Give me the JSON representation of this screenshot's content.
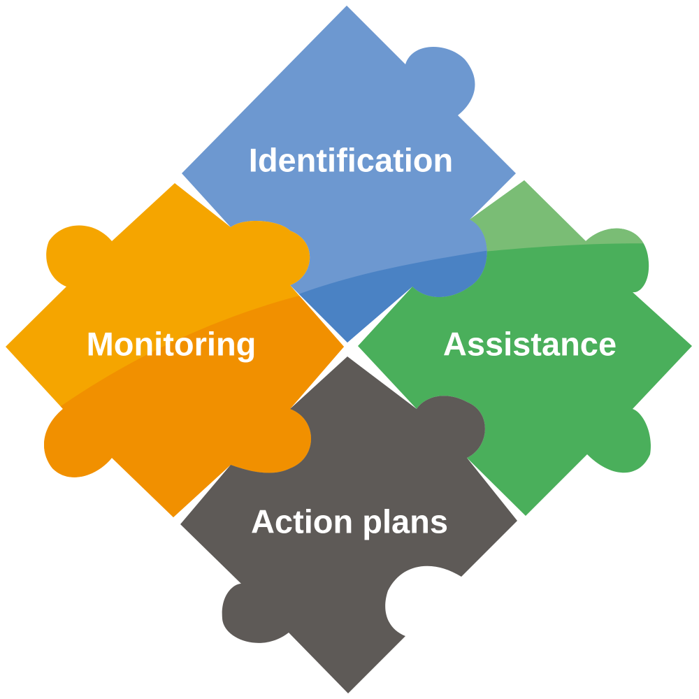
{
  "pieces": {
    "identification": {
      "label": "Identification",
      "color": "#6D98D0",
      "shade": "#4A82C4"
    },
    "assistance": {
      "label": "Assistance",
      "color": "#4AAF5B",
      "tint": "#7ABD75"
    },
    "monitoring": {
      "label": "Monitoring",
      "color": "#F5A500",
      "shade": "#F19000"
    },
    "action_plans": {
      "label": "Action plans",
      "color": "#5E5A57"
    }
  }
}
